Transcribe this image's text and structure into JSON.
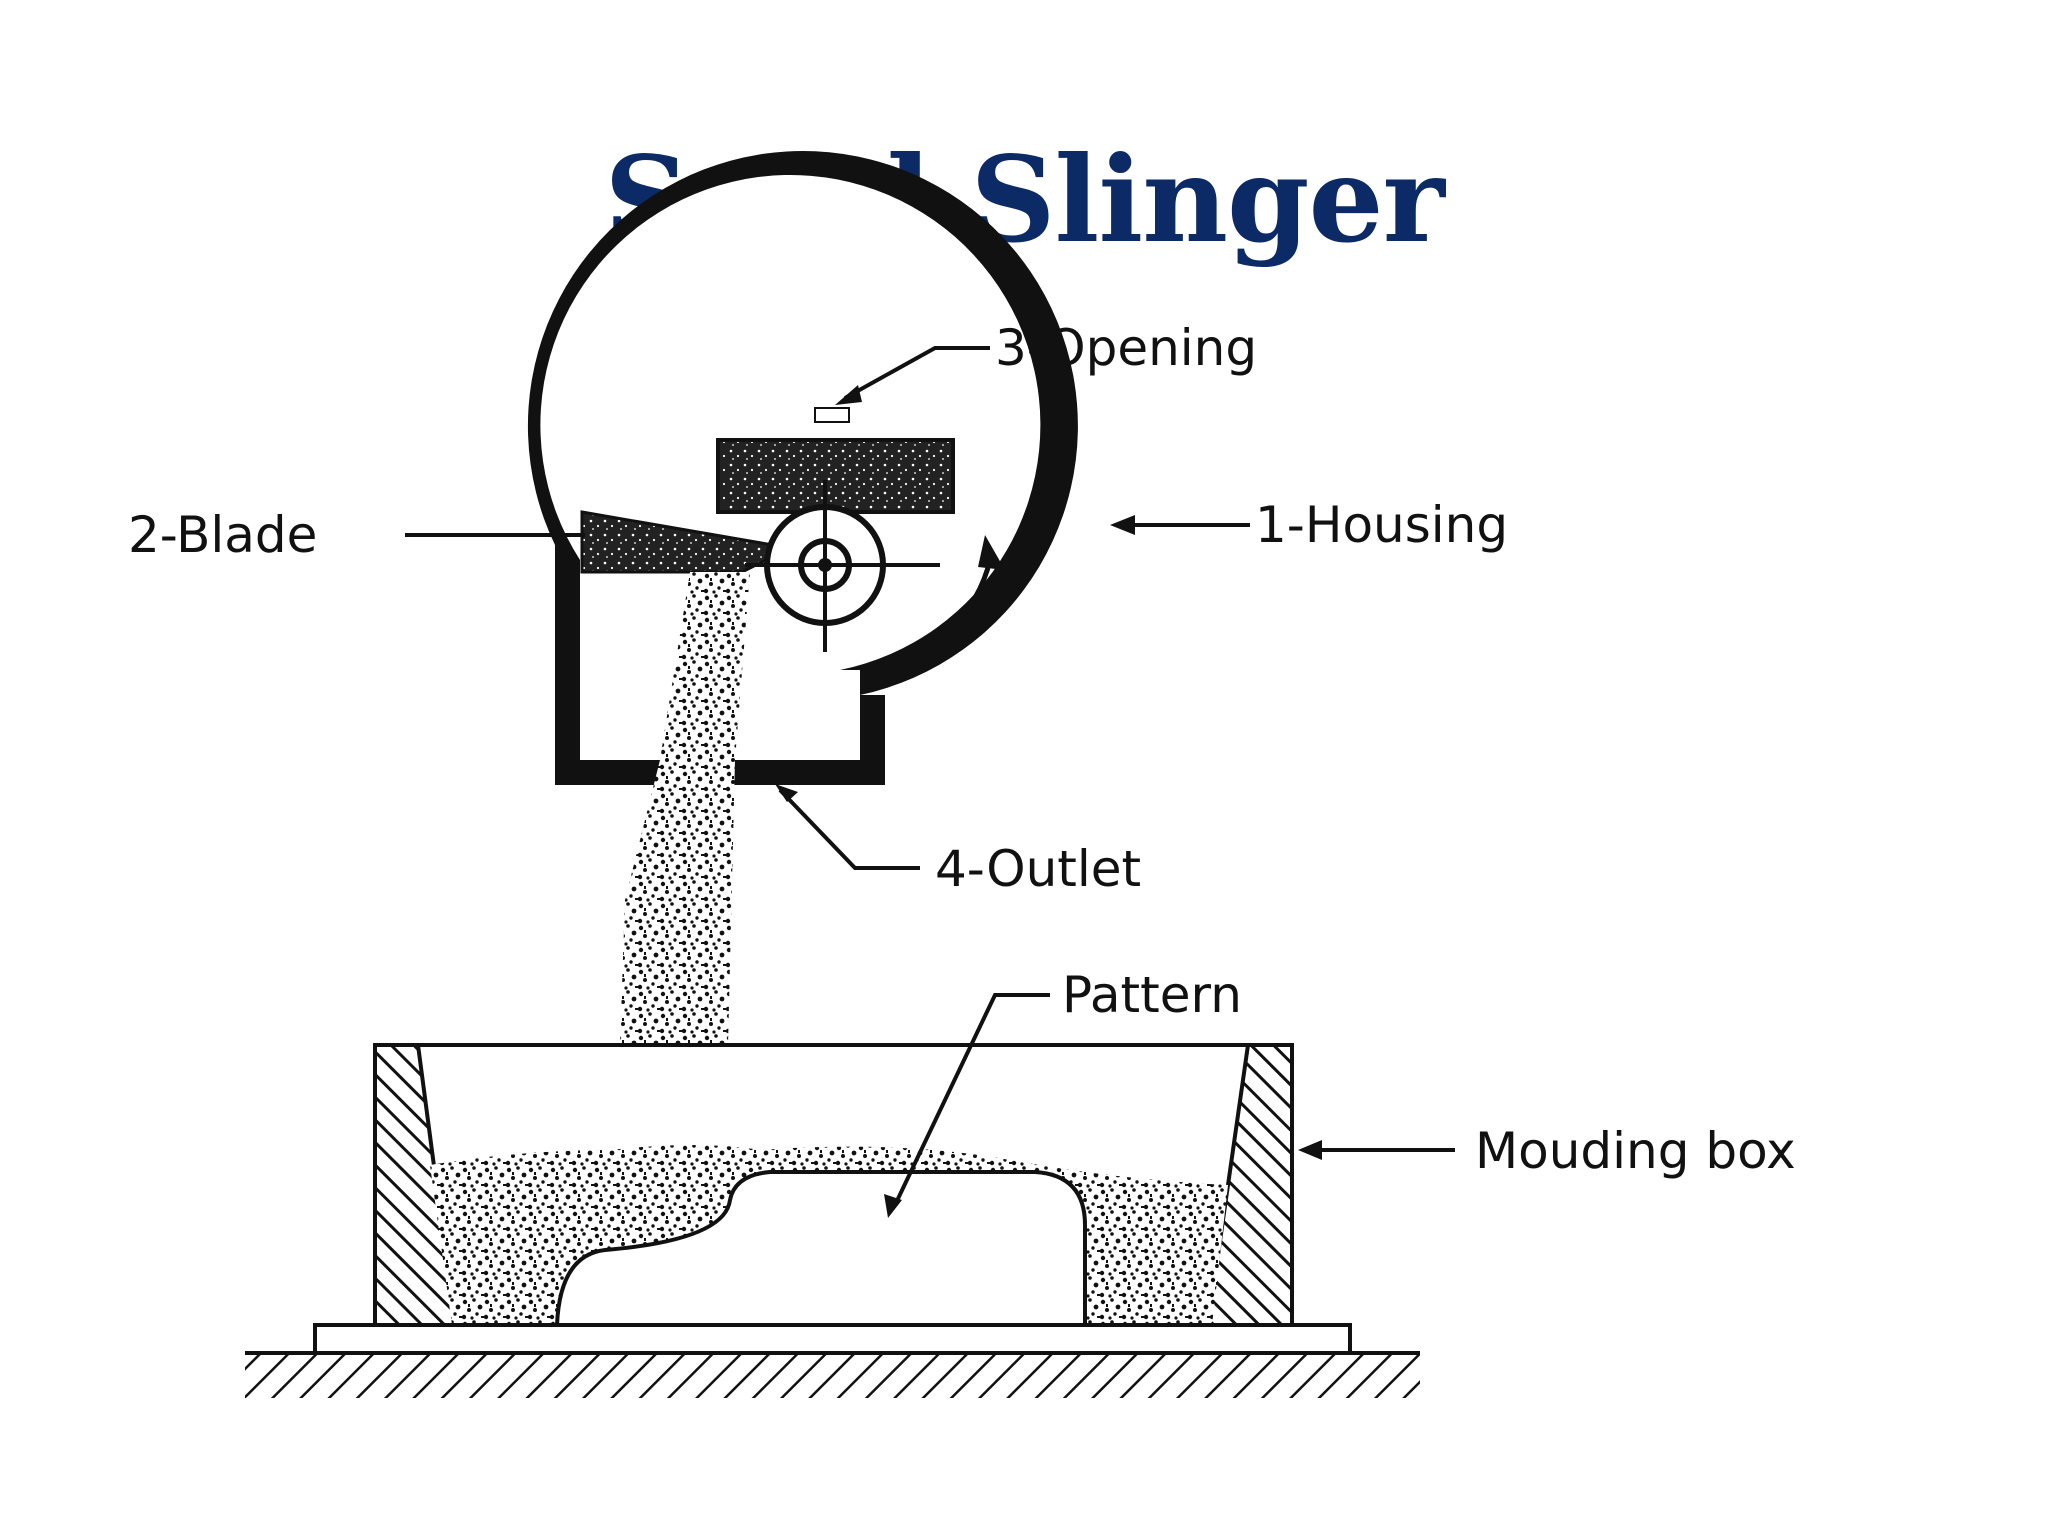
{
  "title": "Sand Slinger",
  "labels": {
    "opening": "3-Opening",
    "blade": "2-Blade",
    "housing": "1-Housing",
    "outlet": "4-Outlet",
    "pattern": "Pattern",
    "moulding_box": "Mouding box"
  },
  "colors": {
    "title": "#0c2a66",
    "ink": "#111111",
    "background": "#ffffff"
  }
}
